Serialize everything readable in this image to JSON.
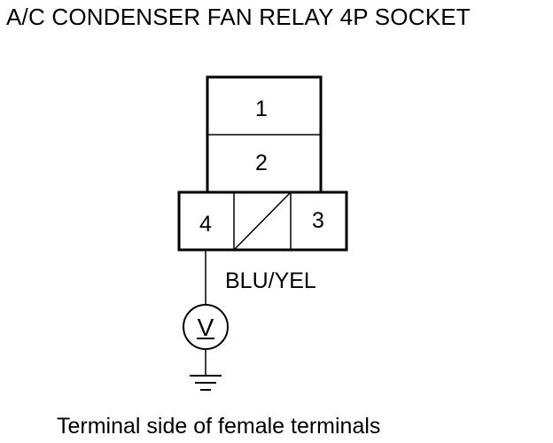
{
  "title": "A/C CONDENSER FAN RELAY 4P SOCKET",
  "terminals": [
    "1",
    "2",
    "4",
    "3"
  ],
  "wire_color": "BLU/YEL",
  "meter_symbol": "V",
  "caption": "Terminal side of female terminals",
  "colors": {
    "ink": "#000000",
    "background": "#ffffff"
  }
}
